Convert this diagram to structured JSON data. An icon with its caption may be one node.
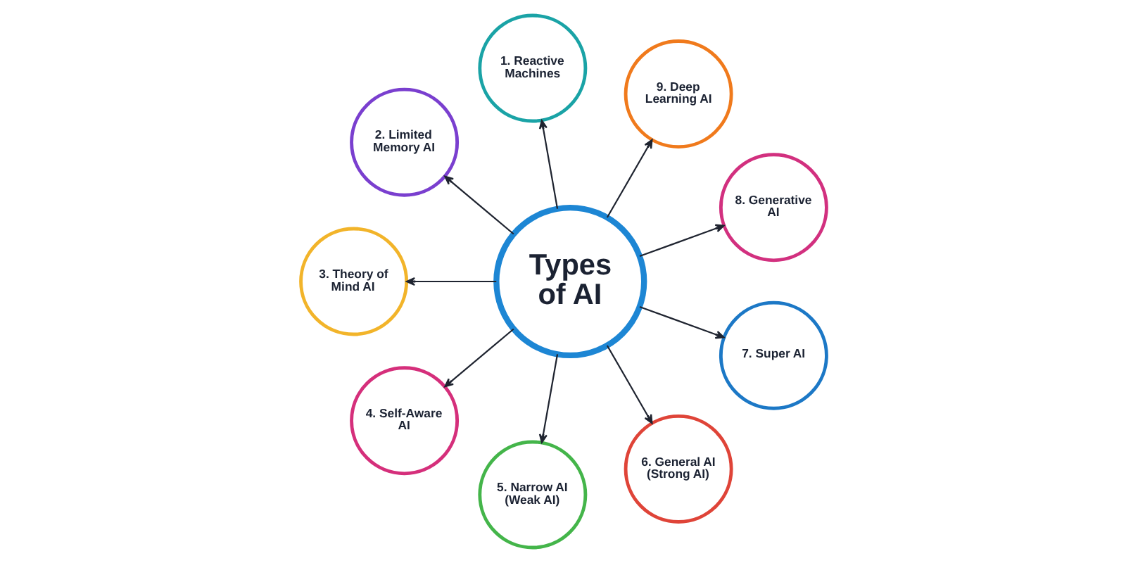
{
  "diagram": {
    "nodes": [
      {
        "text": [
          "Types of AI"
        ]
      },
      {
        "text": [
          "1. Reactive Machines"
        ]
      },
      {
        "text": [
          "2. Limited Memory AI"
        ]
      },
      {
        "text": [
          "3. Theory of Mind AI"
        ]
      },
      {
        "text": [
          "4. Self-Aware AI"
        ]
      },
      {
        "text": [
          "5. Narrow AI (Weak AI)"
        ]
      },
      {
        "text": [
          "6. General AI (Strong AI)"
        ]
      },
      {
        "text": [
          "7. Super AI"
        ]
      },
      {
        "text": [
          "8. Generative AI"
        ]
      },
      {
        "text": [
          "9. Deep Learning AI"
        ]
      }
    ],
    "edges": [
      {
        "from": 0,
        "to": 1,
        "arrow": "to"
      },
      {
        "from": 0,
        "to": 2,
        "arrow": "to"
      },
      {
        "from": 0,
        "to": 3,
        "arrow": "to"
      },
      {
        "from": 0,
        "to": 4,
        "arrow": "to"
      },
      {
        "from": 0,
        "to": 5,
        "arrow": "to"
      },
      {
        "from": 0,
        "to": 6,
        "arrow": "to"
      },
      {
        "from": 0,
        "to": 7,
        "arrow": "to"
      },
      {
        "from": 0,
        "to": 8,
        "arrow": "to"
      },
      {
        "from": 0,
        "to": 9,
        "arrow": "to"
      }
    ]
  }
}
